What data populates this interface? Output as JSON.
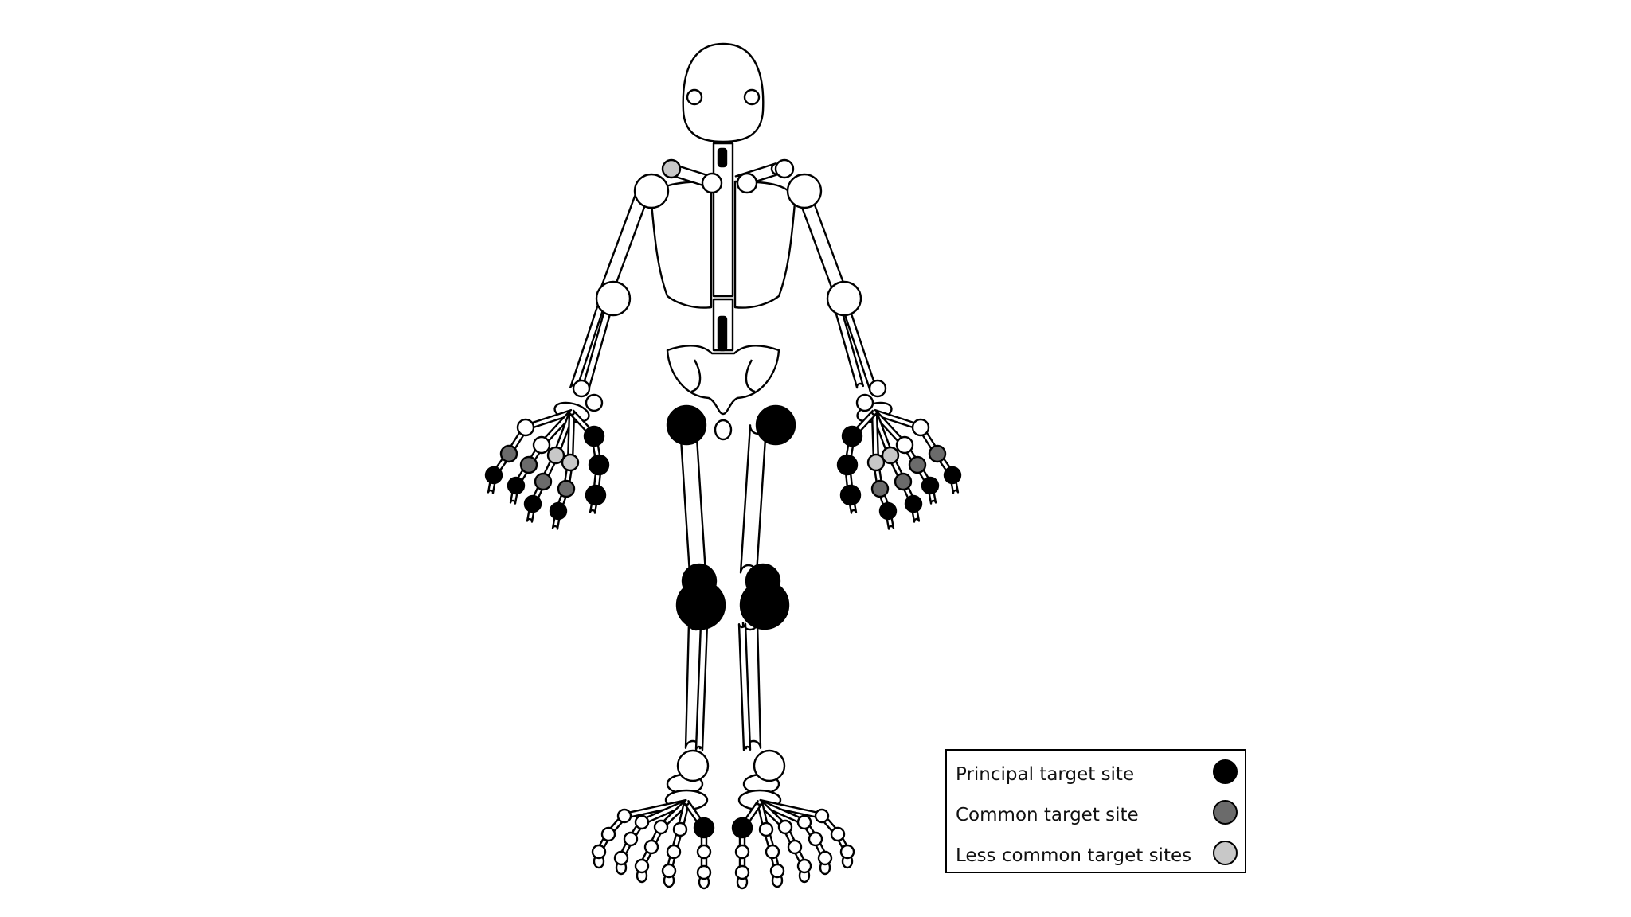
{
  "colors": {
    "principal": "#000000",
    "common": "#6b6b6b",
    "less_common": "#c8c8c8",
    "none": "#ffffff",
    "outline": "#000000"
  },
  "legend": {
    "items": [
      {
        "key": "principal",
        "label": "Principal target site"
      },
      {
        "key": "common",
        "label": "Common target site"
      },
      {
        "key": "less_common",
        "label": "Less common target sites"
      }
    ]
  }
}
